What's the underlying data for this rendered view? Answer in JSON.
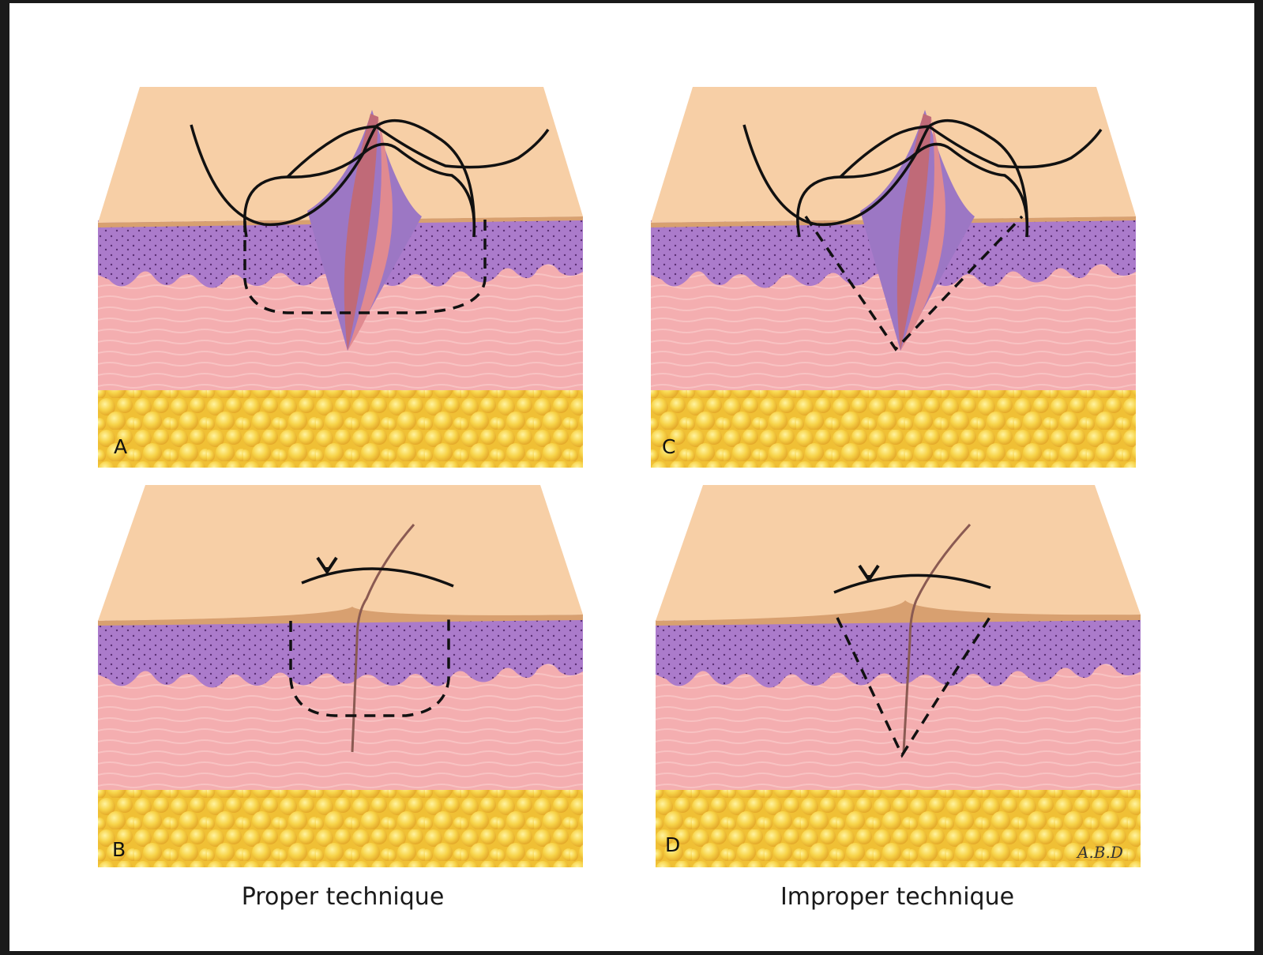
{
  "panels": {
    "a": {
      "label": "A"
    },
    "b": {
      "label": "B"
    },
    "c": {
      "label": "C"
    },
    "d": {
      "label": "D"
    }
  },
  "captions": {
    "left": "Proper technique",
    "right": "Improper technique"
  },
  "signature": "A.B.D",
  "colors": {
    "skin_surface": "#f7cfa6",
    "epidermis": "#a978c8",
    "dermis": "#f4aeb0",
    "fat": "#f4c93c",
    "suture": "#111111"
  }
}
